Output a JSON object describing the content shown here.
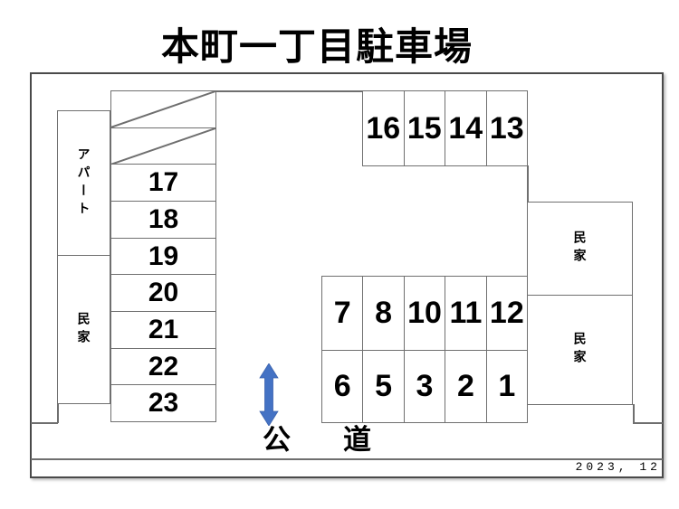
{
  "title": "本町一丁目駐車場",
  "buildings": {
    "apartment": "アパート",
    "house_left": "民家",
    "house_right_top": "民家",
    "house_right_bottom": "民家"
  },
  "spaces": {
    "left_column": [
      "17",
      "18",
      "19",
      "20",
      "21",
      "22",
      "23"
    ],
    "top_row": [
      "16",
      "15",
      "14",
      "13"
    ],
    "middle_row_top": [
      "7",
      "8",
      "10",
      "11",
      "12"
    ],
    "middle_row_bottom": [
      "6",
      "5",
      "3",
      "2",
      "1"
    ]
  },
  "footer": {
    "road_left": "公",
    "road_right": "道",
    "date": "2023, 12"
  },
  "colors": {
    "arrow": "#4472C4",
    "line": "#6f6f6f"
  }
}
